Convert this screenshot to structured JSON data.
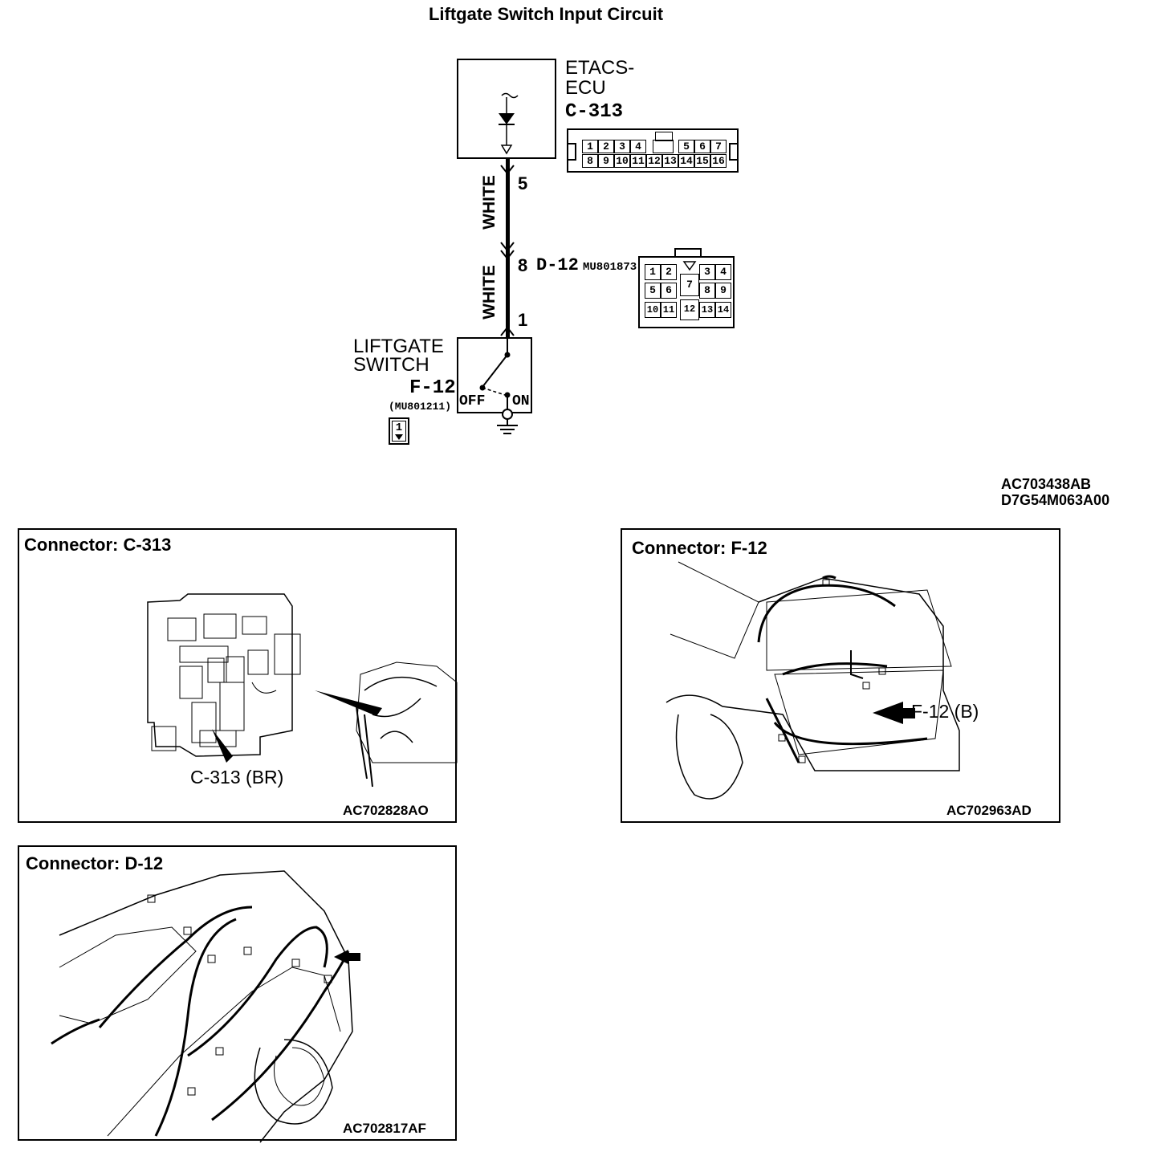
{
  "title": "Liftgate Switch Input Circuit",
  "ecu": {
    "name_line1": "ETACS-",
    "name_line2": "ECU",
    "connector": "C-313",
    "pin_top": "5",
    "connector_pins_row1": [
      "1",
      "2",
      "3",
      "4",
      "",
      "5",
      "6",
      "7"
    ],
    "connector_pins_row2": [
      "8",
      "9",
      "10",
      "11",
      "12",
      "13",
      "14",
      "15",
      "16"
    ]
  },
  "wire_upper": {
    "color": "WHITE"
  },
  "junction": {
    "pin_in": "8",
    "connector": "D-12",
    "part": "MU801873",
    "pin_out": "1",
    "cells": [
      "1",
      "2",
      "3",
      "4",
      "5",
      "6",
      "7",
      "8",
      "9",
      "10",
      "11",
      "12",
      "13",
      "14"
    ]
  },
  "wire_lower": {
    "color": "WHITE"
  },
  "switch": {
    "name_line1": "LIFTGATE",
    "name_line2": "SWITCH",
    "connector": "F-12",
    "part": "(MU801211)",
    "off": "OFF",
    "on": "ON",
    "ground_ref": "1"
  },
  "refs": {
    "diagram_code1": "AC703438AB",
    "diagram_code2": "D7G54M063A00"
  },
  "panels": {
    "c313": {
      "title": "Connector: C-313",
      "callout": "C-313 (BR)",
      "code": "AC702828AO"
    },
    "f12": {
      "title": "Connector: F-12",
      "callout": "F-12 (B)",
      "code": "AC702963AD"
    },
    "d12": {
      "title": "Connector: D-12",
      "code": "AC702817AF"
    }
  }
}
